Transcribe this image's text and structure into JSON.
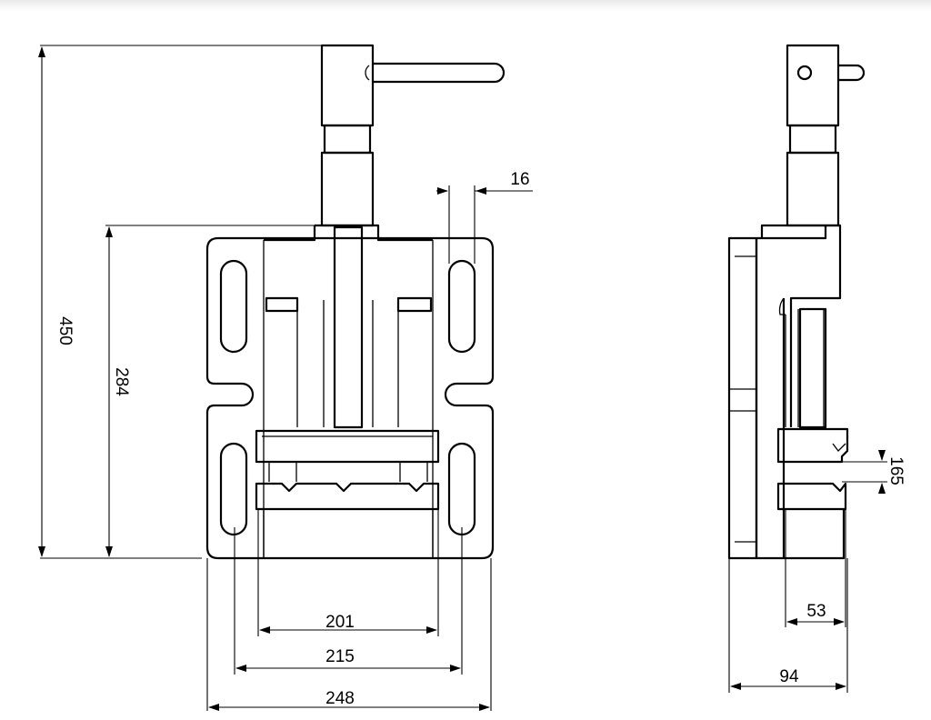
{
  "dimensions": {
    "total_height": "450",
    "base_height": "284",
    "slot_width": "16",
    "jaw_opening": "201",
    "slot_spacing": "215",
    "base_width": "248",
    "jaw_gap": "165",
    "side_jaw_depth": "53",
    "side_total_depth": "94"
  }
}
